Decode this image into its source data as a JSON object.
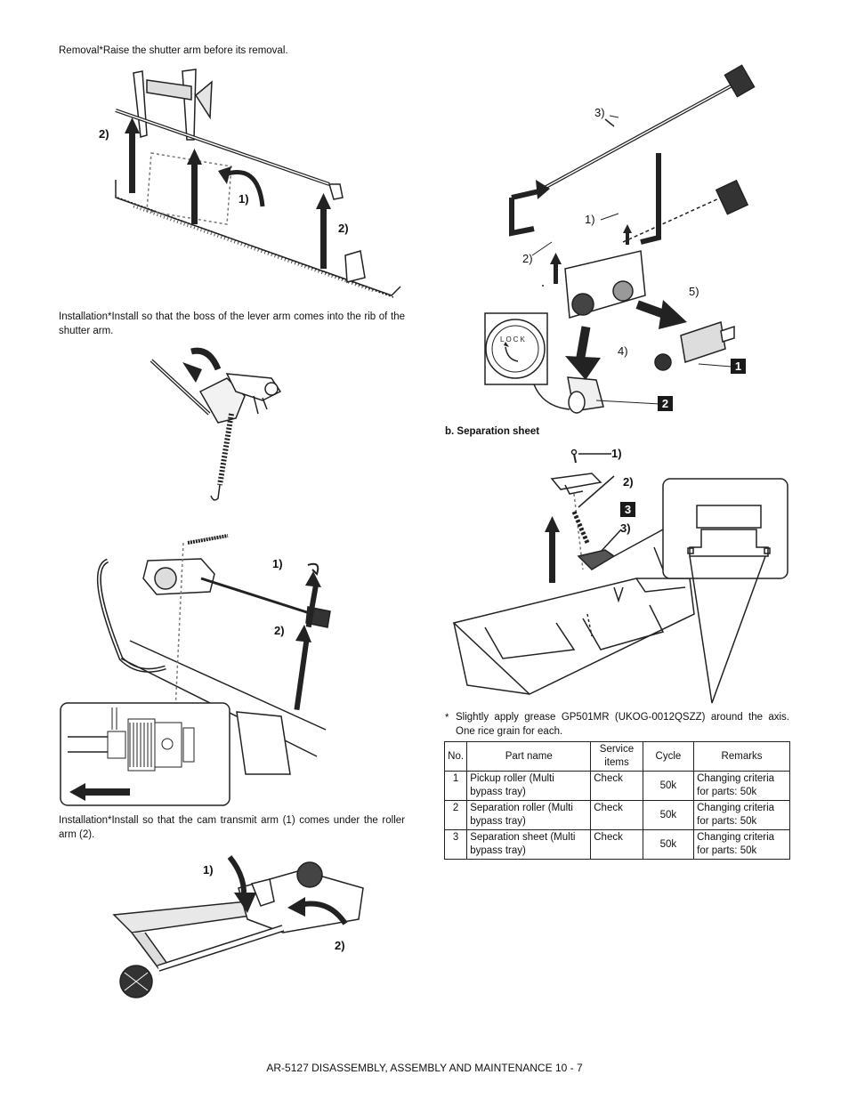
{
  "left": {
    "removal_text": "Removal*Raise the shutter arm before its removal.",
    "install1_text": "Installation*Install so that the boss of the lever arm comes into the rib of the shutter arm.",
    "install2_text": "Installation*Install so that the cam transmit arm (1) comes under the roller arm (2).",
    "fig1_labels": {
      "a": "2)",
      "b": "1)",
      "c": "2)"
    },
    "fig3_labels": {
      "a": "1)",
      "b": "2)"
    },
    "fig4_labels": {
      "a": "1)",
      "b": "2)"
    }
  },
  "right": {
    "fig_top_labels": {
      "l3": "3)",
      "l1": "1)",
      "l2": "2)",
      "l5": "5)",
      "l4": "4)",
      "box1": "1",
      "box2": "2"
    },
    "lock_text": "LOCK",
    "section_b": "b. Separation sheet",
    "fig_sep_labels": {
      "l1": "1)",
      "l2": "2)",
      "l3": "3)",
      "box3": "3"
    },
    "note": "Slightly apply grease GP501MR (UKOG-0012QSZZ) around the axis. One rice grain for each.",
    "note_mark": "*"
  },
  "table": {
    "headers": [
      "No.",
      "Part name",
      "Service items",
      "Cycle",
      "Remarks"
    ],
    "rows": [
      {
        "no": "1",
        "part": "Pickup roller (Multi bypass tray)",
        "service": "Check",
        "cycle": "50k",
        "remarks": "Changing criteria for parts: 50k"
      },
      {
        "no": "2",
        "part": "Separation roller (Multi bypass tray)",
        "service": "Check",
        "cycle": "50k",
        "remarks": "Changing criteria for parts: 50k"
      },
      {
        "no": "3",
        "part": "Separation sheet (Multi bypass tray)",
        "service": "Check",
        "cycle": "50k",
        "remarks": "Changing criteria for parts: 50k"
      }
    ]
  },
  "footer": "AR-5127 DISASSEMBLY, ASSEMBLY AND MAINTENANCE 10 - 7"
}
